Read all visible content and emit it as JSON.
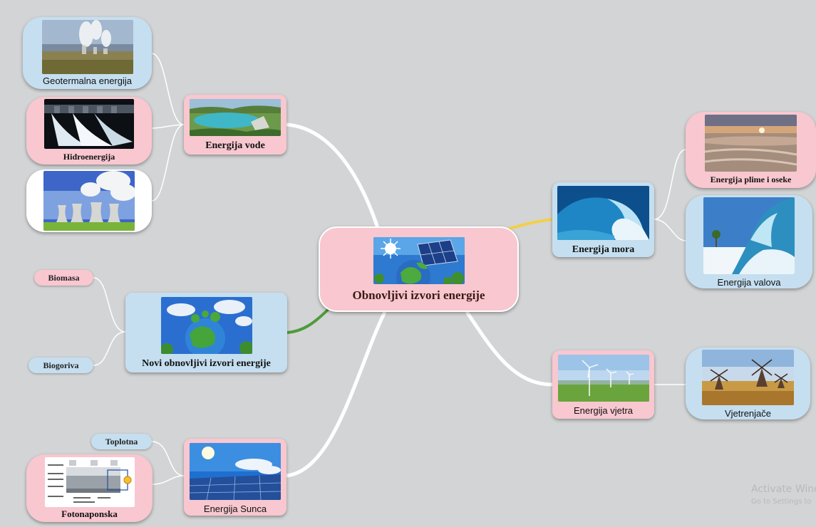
{
  "central": {
    "label": "Obnovljivi izvori energije"
  },
  "branches": {
    "voda": {
      "label": "Energija vode"
    },
    "more": {
      "label": "Energija mora"
    },
    "novi": {
      "label": "Novi obnovljivi izvori energije"
    },
    "sunce": {
      "label": "Energija Sunca"
    },
    "vjetar": {
      "label": "Energija vjetra"
    }
  },
  "leaves": {
    "geotermalna": {
      "label": "Geotermalna energija"
    },
    "hidro": {
      "label": "Hidroenergija"
    },
    "nuklearna": {
      "label": ""
    },
    "plima": {
      "label": "Energija plime i oseke"
    },
    "valovi": {
      "label": "Energija valova"
    },
    "biomasa": {
      "label": "Biomasa"
    },
    "biogoriva": {
      "label": "Biogoriva"
    },
    "toplotna": {
      "label": "Toplotna"
    },
    "fotonaponska": {
      "label": "Fotonaponska"
    },
    "vjetrenjace": {
      "label": "Vjetrenjače"
    }
  },
  "watermark": {
    "line1": "Activate Wind",
    "line2": "Go to Settings to"
  },
  "colors": {
    "background": "#d3d4d5",
    "pink_node": "#f8c7cf",
    "blue_node": "#c5dff0",
    "link_main": "#ffffff",
    "link_more": "#f2d046",
    "link_novi": "#4e9b3c"
  }
}
